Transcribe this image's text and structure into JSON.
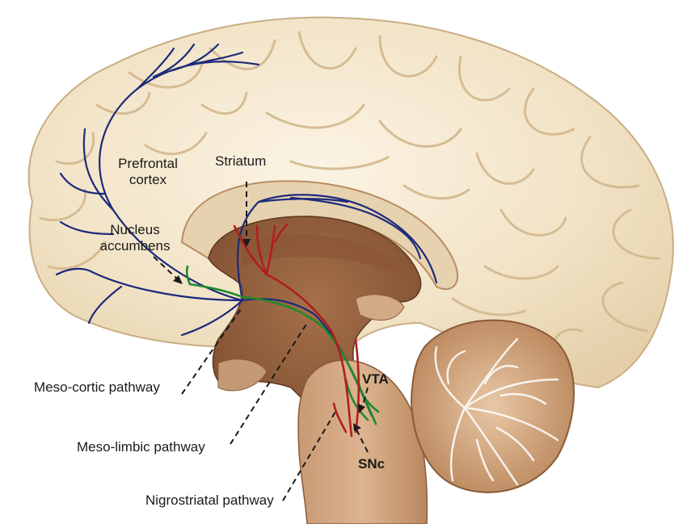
{
  "labels": {
    "prefrontal_cortex_line1": "Prefrontal",
    "prefrontal_cortex_line2": "cortex",
    "striatum": "Striatum",
    "nucleus_accumbens_line1": "Nucleus",
    "nucleus_accumbens_line2": "accumbens",
    "meso_cortic_pathway": "Meso-cortic pathway",
    "meso_limbic_pathway": "Meso-limbic pathway",
    "nigrostriatal_pathway": "Nigrostriatal pathway",
    "vta": "VTA",
    "snc": "SNc"
  },
  "colors": {
    "meso_cortic_pathway": "#1c2a7a",
    "meso_limbic_pathway": "#1e8a2a",
    "nigrostriatal_pathway": "#b01e1e",
    "cortex": "#f1e3c8",
    "deep_tissue": "#b07a52",
    "cerebellum": "#c9956c"
  }
}
